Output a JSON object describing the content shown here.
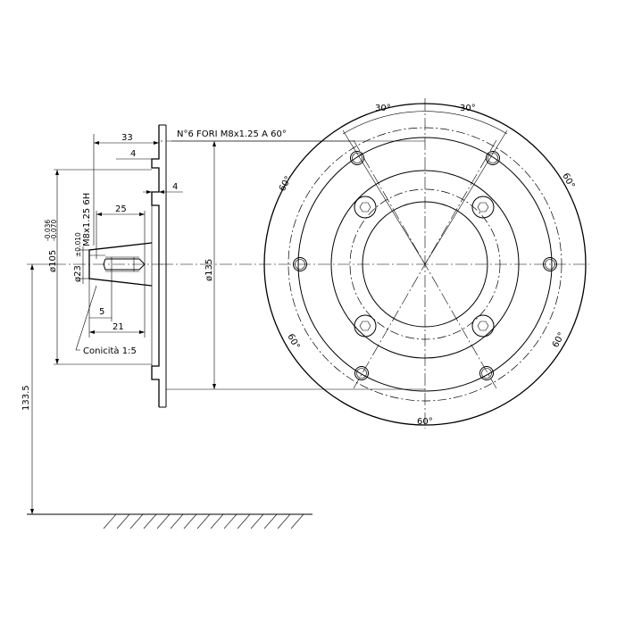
{
  "drawing": {
    "holes_note": "N°6 FORI  M8x1.25 A 60°",
    "dims": {
      "d33": "33",
      "d4a": "4",
      "d4b": "4",
      "d25": "25",
      "d21": "21",
      "d5": "5",
      "d135": "ø135",
      "d1335": "133.5",
      "thread": "M8x1.25 6H",
      "d23": "ø23",
      "d23_tol": "±0.010",
      "d105": "ø105",
      "d105_tol_upper": "-0.036",
      "d105_tol_lower": "-0.070",
      "conicity": "Conicità  1:5"
    },
    "angles": {
      "a30_left": "30°",
      "a30_right": "30°",
      "a60_ul": "60°",
      "a60_ur": "60°",
      "a60_ll": "60°",
      "a60_lr": "60°",
      "a60_bottom": "60°"
    }
  }
}
